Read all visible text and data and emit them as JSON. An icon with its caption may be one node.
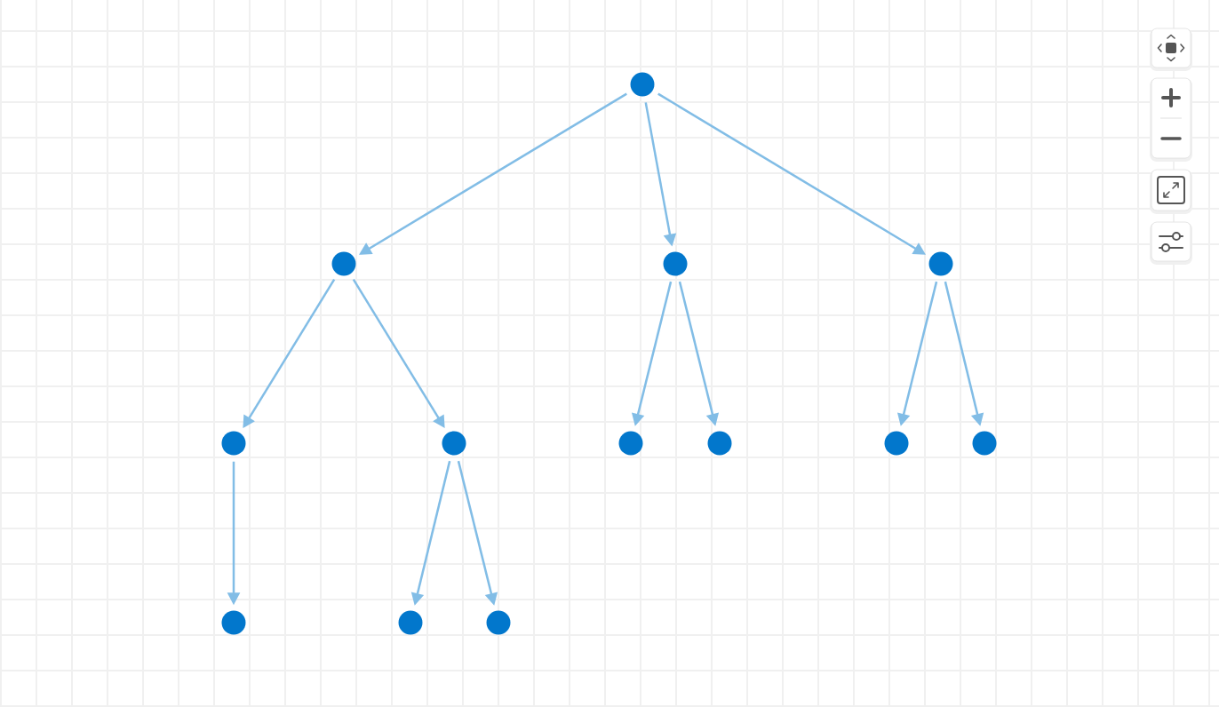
{
  "diagram": {
    "nodes": [
      {
        "text": [],
        "shape": "circle"
      },
      {
        "text": [],
        "shape": "circle"
      },
      {
        "text": [],
        "shape": "circle"
      },
      {
        "text": [],
        "shape": "circle"
      },
      {
        "text": [],
        "shape": "circle"
      },
      {
        "text": [],
        "shape": "circle"
      },
      {
        "text": [],
        "shape": "circle"
      },
      {
        "text": [],
        "shape": "circle"
      },
      {
        "text": [],
        "shape": "circle"
      },
      {
        "text": [],
        "shape": "circle"
      },
      {
        "text": [],
        "shape": "circle"
      },
      {
        "text": [],
        "shape": "circle"
      },
      {
        "text": [],
        "shape": "circle"
      }
    ],
    "edges": [
      {
        "from": 0,
        "to": 1,
        "arrow": "to"
      },
      {
        "from": 0,
        "to": 2,
        "arrow": "to"
      },
      {
        "from": 0,
        "to": 3,
        "arrow": "to"
      },
      {
        "from": 1,
        "to": 4,
        "arrow": "to"
      },
      {
        "from": 1,
        "to": 5,
        "arrow": "to"
      },
      {
        "from": 2,
        "to": 6,
        "arrow": "to"
      },
      {
        "from": 2,
        "to": 7,
        "arrow": "to"
      },
      {
        "from": 3,
        "to": 8,
        "arrow": "to"
      },
      {
        "from": 3,
        "to": 9,
        "arrow": "to"
      },
      {
        "from": 4,
        "to": 10,
        "arrow": "to"
      },
      {
        "from": 5,
        "to": 11,
        "arrow": "to"
      },
      {
        "from": 5,
        "to": 12,
        "arrow": "to"
      }
    ]
  }
}
